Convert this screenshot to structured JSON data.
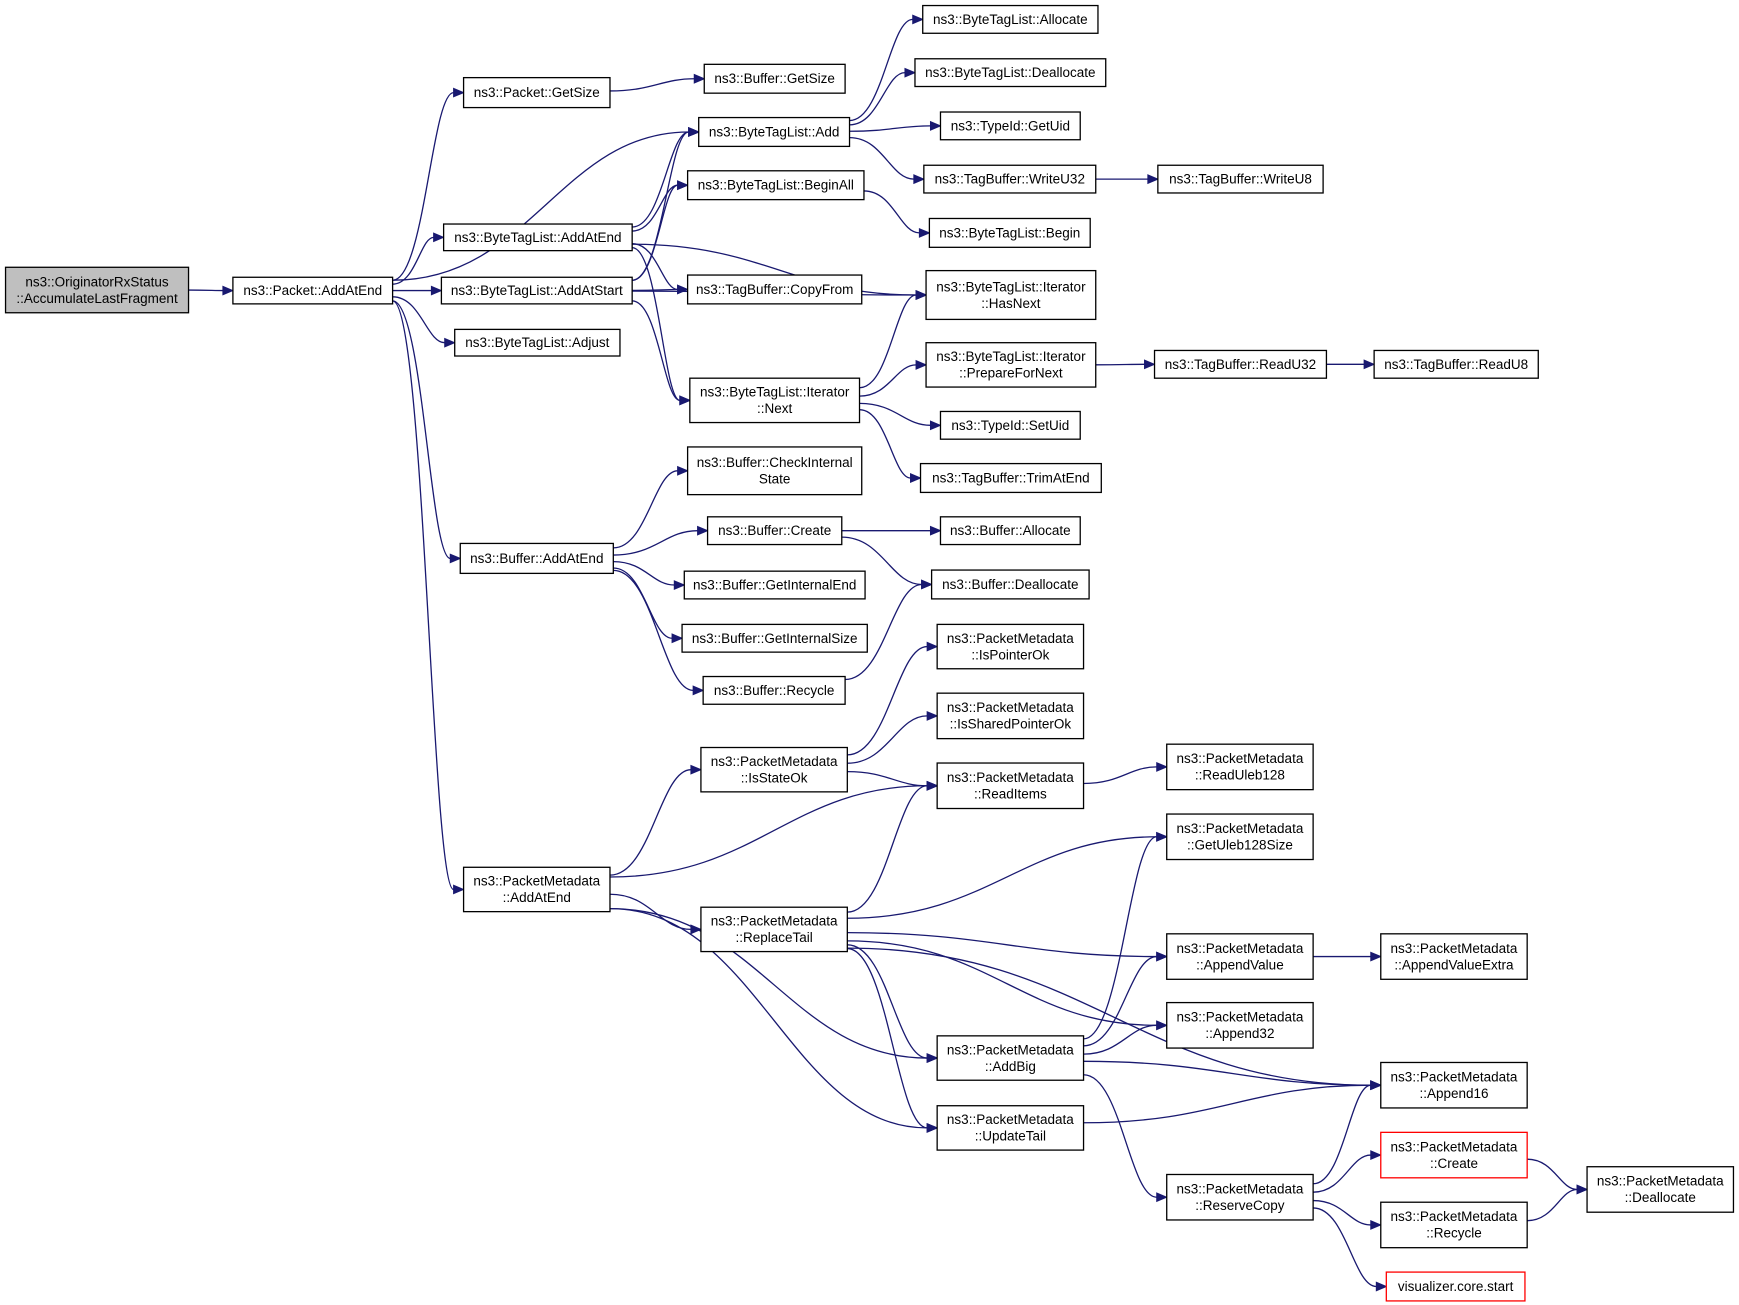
{
  "nodes": [
    {
      "id": "root",
      "lines": [
        "ns3::OriginatorRxStatus",
        "::AccumulateLastFragment"
      ]
    },
    {
      "id": "pkt_addend",
      "lines": [
        "ns3::Packet::AddAtEnd"
      ]
    },
    {
      "id": "pkt_getsize",
      "lines": [
        "ns3::Packet::GetSize"
      ]
    },
    {
      "id": "btl_addatend",
      "lines": [
        "ns3::ByteTagList::AddAtEnd"
      ]
    },
    {
      "id": "btl_addatstart",
      "lines": [
        "ns3::ByteTagList::AddAtStart"
      ]
    },
    {
      "id": "btl_adjust",
      "lines": [
        "ns3::ByteTagList::Adjust"
      ]
    },
    {
      "id": "buf_addatend",
      "lines": [
        "ns3::Buffer::AddAtEnd"
      ]
    },
    {
      "id": "pm_addatend",
      "lines": [
        "ns3::PacketMetadata",
        "::AddAtEnd"
      ]
    },
    {
      "id": "buf_getsize",
      "lines": [
        "ns3::Buffer::GetSize"
      ]
    },
    {
      "id": "btl_add",
      "lines": [
        "ns3::ByteTagList::Add"
      ]
    },
    {
      "id": "btl_beginall",
      "lines": [
        "ns3::ByteTagList::BeginAll"
      ]
    },
    {
      "id": "tb_copyfrom",
      "lines": [
        "ns3::TagBuffer::CopyFrom"
      ]
    },
    {
      "id": "btl_it_next",
      "lines": [
        "ns3::ByteTagList::Iterator",
        "::Next"
      ]
    },
    {
      "id": "buf_checkint",
      "lines": [
        "ns3::Buffer::CheckInternal",
        "State"
      ]
    },
    {
      "id": "buf_create",
      "lines": [
        "ns3::Buffer::Create"
      ]
    },
    {
      "id": "buf_getintend",
      "lines": [
        "ns3::Buffer::GetInternalEnd"
      ]
    },
    {
      "id": "buf_getintsize",
      "lines": [
        "ns3::Buffer::GetInternalSize"
      ]
    },
    {
      "id": "buf_recycle",
      "lines": [
        "ns3::Buffer::Recycle"
      ]
    },
    {
      "id": "pm_isstateok",
      "lines": [
        "ns3::PacketMetadata",
        "::IsStateOk"
      ]
    },
    {
      "id": "pm_replacetail",
      "lines": [
        "ns3::PacketMetadata",
        "::ReplaceTail"
      ]
    },
    {
      "id": "btl_allocate",
      "lines": [
        "ns3::ByteTagList::Allocate"
      ]
    },
    {
      "id": "btl_deallocate",
      "lines": [
        "ns3::ByteTagList::Deallocate"
      ]
    },
    {
      "id": "tid_getuid",
      "lines": [
        "ns3::TypeId::GetUid"
      ]
    },
    {
      "id": "tb_writeu32",
      "lines": [
        "ns3::TagBuffer::WriteU32"
      ]
    },
    {
      "id": "btl_begin",
      "lines": [
        "ns3::ByteTagList::Begin"
      ]
    },
    {
      "id": "btl_it_hasnext",
      "lines": [
        "ns3::ByteTagList::Iterator",
        "::HasNext"
      ]
    },
    {
      "id": "btl_it_prep",
      "lines": [
        "ns3::ByteTagList::Iterator",
        "::PrepareForNext"
      ]
    },
    {
      "id": "tid_setuid",
      "lines": [
        "ns3::TypeId::SetUid"
      ]
    },
    {
      "id": "tb_trimatend",
      "lines": [
        "ns3::TagBuffer::TrimAtEnd"
      ]
    },
    {
      "id": "buf_allocate",
      "lines": [
        "ns3::Buffer::Allocate"
      ]
    },
    {
      "id": "buf_deallocate",
      "lines": [
        "ns3::Buffer::Deallocate"
      ]
    },
    {
      "id": "pm_isptrok",
      "lines": [
        "ns3::PacketMetadata",
        "::IsPointerOk"
      ]
    },
    {
      "id": "pm_issharedptrok",
      "lines": [
        "ns3::PacketMetadata",
        "::IsSharedPointerOk"
      ]
    },
    {
      "id": "pm_readitems",
      "lines": [
        "ns3::PacketMetadata",
        "::ReadItems"
      ]
    },
    {
      "id": "pm_addbig",
      "lines": [
        "ns3::PacketMetadata",
        "::AddBig"
      ]
    },
    {
      "id": "pm_updatetail",
      "lines": [
        "ns3::PacketMetadata",
        "::UpdateTail"
      ]
    },
    {
      "id": "tb_writeu8",
      "lines": [
        "ns3::TagBuffer::WriteU8"
      ]
    },
    {
      "id": "tb_readu32",
      "lines": [
        "ns3::TagBuffer::ReadU32"
      ]
    },
    {
      "id": "pm_readuleb",
      "lines": [
        "ns3::PacketMetadata",
        "::ReadUleb128"
      ]
    },
    {
      "id": "pm_getulebsize",
      "lines": [
        "ns3::PacketMetadata",
        "::GetUleb128Size"
      ]
    },
    {
      "id": "pm_appendvalue",
      "lines": [
        "ns3::PacketMetadata",
        "::AppendValue"
      ]
    },
    {
      "id": "pm_append32",
      "lines": [
        "ns3::PacketMetadata",
        "::Append32"
      ]
    },
    {
      "id": "pm_reservecopy",
      "lines": [
        "ns3::PacketMetadata",
        "::ReserveCopy"
      ]
    },
    {
      "id": "tb_readu8",
      "lines": [
        "ns3::TagBuffer::ReadU8"
      ]
    },
    {
      "id": "pm_appendvalueextra",
      "lines": [
        "ns3::PacketMetadata",
        "::AppendValueExtra"
      ]
    },
    {
      "id": "pm_append16",
      "lines": [
        "ns3::PacketMetadata",
        "::Append16"
      ]
    },
    {
      "id": "pm_create",
      "lines": [
        "ns3::PacketMetadata",
        "::Create"
      ]
    },
    {
      "id": "pm_recycle",
      "lines": [
        "ns3::PacketMetadata",
        "::Recycle"
      ]
    },
    {
      "id": "viz_start",
      "lines": [
        "visualizer.core.start"
      ]
    },
    {
      "id": "pm_deallocate",
      "lines": [
        "ns3::PacketMetadata",
        "::Deallocate"
      ]
    }
  ],
  "edges": [
    [
      "root",
      "pkt_addend"
    ],
    [
      "pkt_addend",
      "pkt_getsize"
    ],
    [
      "pkt_addend",
      "btl_add"
    ],
    [
      "pkt_addend",
      "btl_addatend"
    ],
    [
      "pkt_addend",
      "btl_addatstart"
    ],
    [
      "pkt_addend",
      "btl_adjust"
    ],
    [
      "pkt_addend",
      "buf_addatend"
    ],
    [
      "pkt_addend",
      "pm_addatend"
    ],
    [
      "pkt_getsize",
      "buf_getsize"
    ],
    [
      "btl_addatend",
      "btl_add"
    ],
    [
      "btl_addatend",
      "btl_beginall"
    ],
    [
      "btl_addatend",
      "tb_copyfrom"
    ],
    [
      "btl_addatend",
      "btl_it_hasnext"
    ],
    [
      "btl_addatend",
      "btl_it_next"
    ],
    [
      "btl_addatstart",
      "btl_add"
    ],
    [
      "btl_addatstart",
      "btl_beginall"
    ],
    [
      "btl_addatstart",
      "tb_copyfrom"
    ],
    [
      "btl_addatstart",
      "btl_it_hasnext"
    ],
    [
      "btl_addatstart",
      "btl_it_next"
    ],
    [
      "btl_add",
      "btl_allocate"
    ],
    [
      "btl_add",
      "btl_deallocate"
    ],
    [
      "btl_add",
      "tid_getuid"
    ],
    [
      "btl_add",
      "tb_writeu32"
    ],
    [
      "tb_writeu32",
      "tb_writeu8"
    ],
    [
      "btl_beginall",
      "btl_begin"
    ],
    [
      "btl_it_next",
      "btl_it_hasnext"
    ],
    [
      "btl_it_next",
      "btl_it_prep"
    ],
    [
      "btl_it_next",
      "tid_setuid"
    ],
    [
      "btl_it_next",
      "tb_trimatend"
    ],
    [
      "btl_it_prep",
      "tb_readu32"
    ],
    [
      "tb_readu32",
      "tb_readu8"
    ],
    [
      "buf_addatend",
      "buf_checkint"
    ],
    [
      "buf_addatend",
      "buf_create"
    ],
    [
      "buf_addatend",
      "buf_getintend"
    ],
    [
      "buf_addatend",
      "buf_getintsize"
    ],
    [
      "buf_addatend",
      "buf_recycle"
    ],
    [
      "buf_create",
      "buf_allocate"
    ],
    [
      "buf_create",
      "buf_deallocate"
    ],
    [
      "buf_recycle",
      "buf_deallocate"
    ],
    [
      "pm_addatend",
      "pm_isstateok"
    ],
    [
      "pm_addatend",
      "pm_readitems"
    ],
    [
      "pm_addatend",
      "pm_replacetail"
    ],
    [
      "pm_addatend",
      "pm_addbig"
    ],
    [
      "pm_addatend",
      "pm_updatetail"
    ],
    [
      "pm_isstateok",
      "pm_isptrok"
    ],
    [
      "pm_isstateok",
      "pm_issharedptrok"
    ],
    [
      "pm_isstateok",
      "pm_readitems"
    ],
    [
      "pm_readitems",
      "pm_readuleb"
    ],
    [
      "pm_replacetail",
      "pm_readitems"
    ],
    [
      "pm_replacetail",
      "pm_getulebsize"
    ],
    [
      "pm_replacetail",
      "pm_append16"
    ],
    [
      "pm_replacetail",
      "pm_appendvalue"
    ],
    [
      "pm_replacetail",
      "pm_append32"
    ],
    [
      "pm_replacetail",
      "pm_addbig"
    ],
    [
      "pm_replacetail",
      "pm_updatetail"
    ],
    [
      "pm_addbig",
      "pm_getulebsize"
    ],
    [
      "pm_addbig",
      "pm_appendvalue"
    ],
    [
      "pm_addbig",
      "pm_append32"
    ],
    [
      "pm_addbig",
      "pm_append16"
    ],
    [
      "pm_addbig",
      "pm_reservecopy"
    ],
    [
      "pm_appendvalue",
      "pm_appendvalueextra"
    ],
    [
      "pm_updatetail",
      "pm_append16"
    ],
    [
      "pm_reservecopy",
      "pm_append16"
    ],
    [
      "pm_reservecopy",
      "pm_create"
    ],
    [
      "pm_reservecopy",
      "pm_recycle"
    ],
    [
      "pm_reservecopy",
      "viz_start"
    ],
    [
      "pm_create",
      "pm_deallocate"
    ],
    [
      "pm_recycle",
      "pm_deallocate"
    ]
  ]
}
